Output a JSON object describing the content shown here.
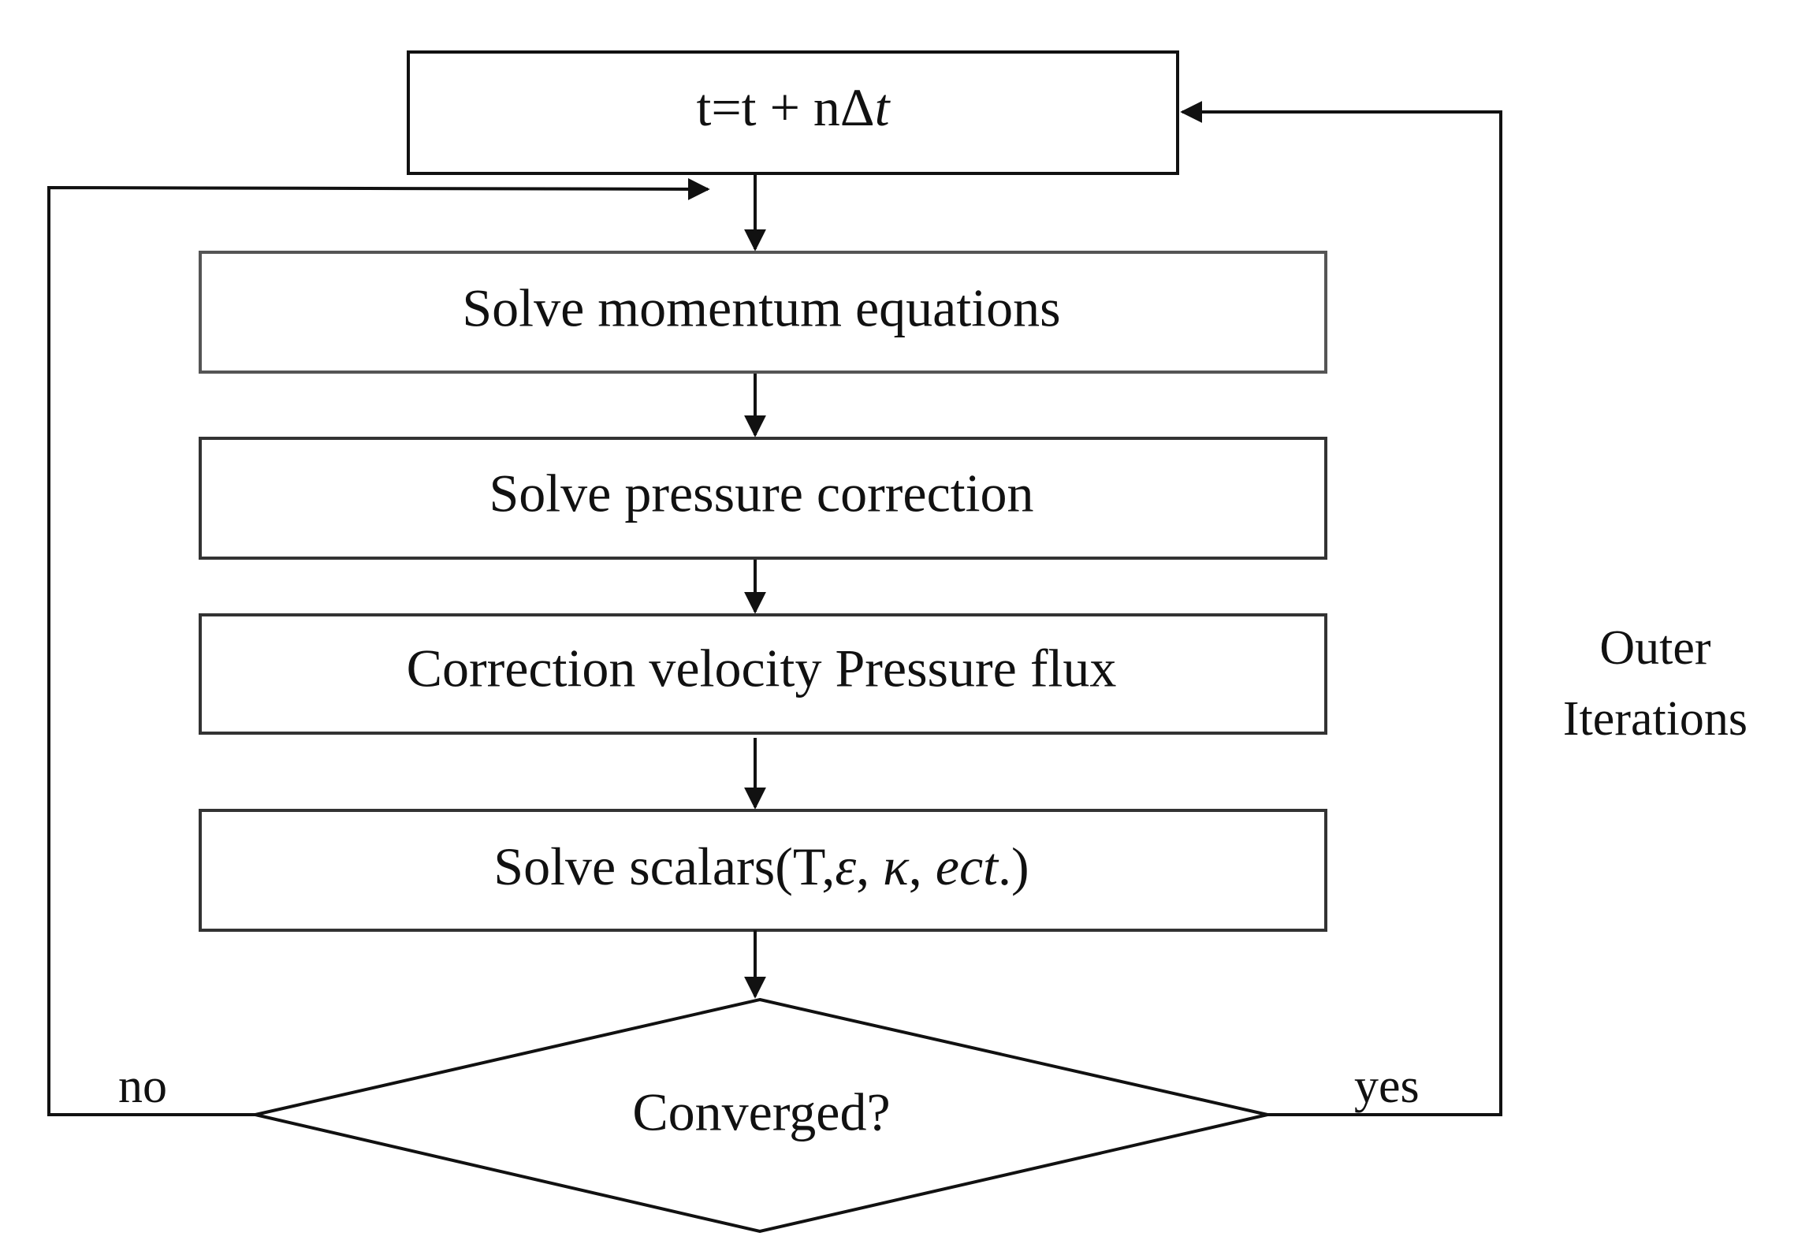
{
  "colors": {
    "line": "#111111",
    "box_border_light": "#555555",
    "background": "#ffffff"
  },
  "steps": {
    "time_step": {
      "prefix": "t=t + nΔ",
      "var": "t"
    },
    "momentum": "Solve momentum equations",
    "pressure": "Solve pressure correction",
    "correction": "Correction velocity Pressure flux",
    "scalars": {
      "prefix": "Solve scalars(T,",
      "eps": "ε",
      "sep1": ", ",
      "kappa": "κ",
      "sep2": ", ",
      "ect": "ect",
      "suffix": ".)"
    }
  },
  "decision": {
    "label": "Converged?",
    "no_label": "no",
    "yes_label": "yes"
  },
  "loop_label": {
    "line1": "Outer",
    "line2": "Iterations"
  }
}
